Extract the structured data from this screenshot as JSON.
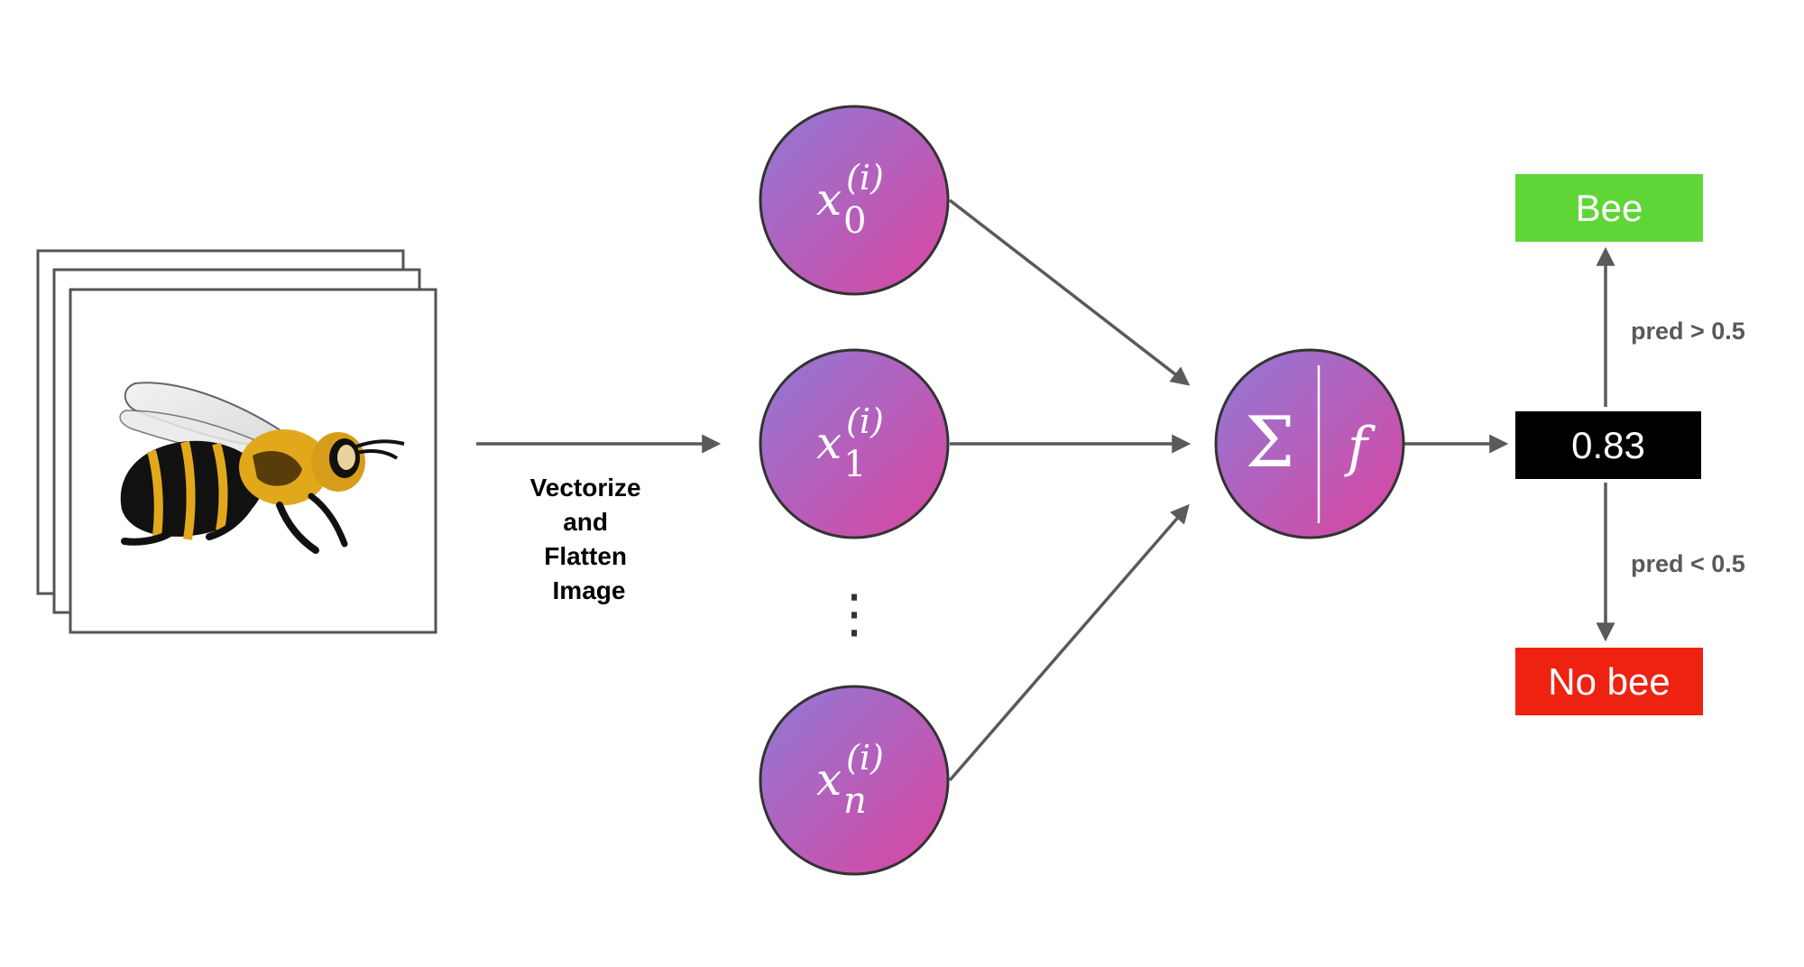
{
  "input": {
    "caption_lines": [
      "Vectorize",
      "and",
      "Flatten",
      "Image"
    ]
  },
  "nodes": [
    {
      "base": "x",
      "sub": "0",
      "sup": "(i)"
    },
    {
      "base": "x",
      "sub": "1",
      "sup": "(i)"
    },
    {
      "base": "x",
      "sub": "n",
      "sup": "(i)"
    }
  ],
  "ellipsis": "⋮",
  "neuron": {
    "sum_symbol": "Σ",
    "activation": "f"
  },
  "output": {
    "value": "0.83",
    "upper_condition": "pred > 0.5",
    "lower_condition": "pred < 0.5",
    "positive_label": "Bee",
    "negative_label": "No bee"
  },
  "colors": {
    "node_gradient_start": "#8f7ad6",
    "node_gradient_end": "#db45a0",
    "positive_box": "#5ed638",
    "negative_box": "#ee2211",
    "output_box": "#000000",
    "arrow": "#5a5a5a",
    "bee_yellow": "#e2a81c",
    "bee_black": "#111111"
  }
}
